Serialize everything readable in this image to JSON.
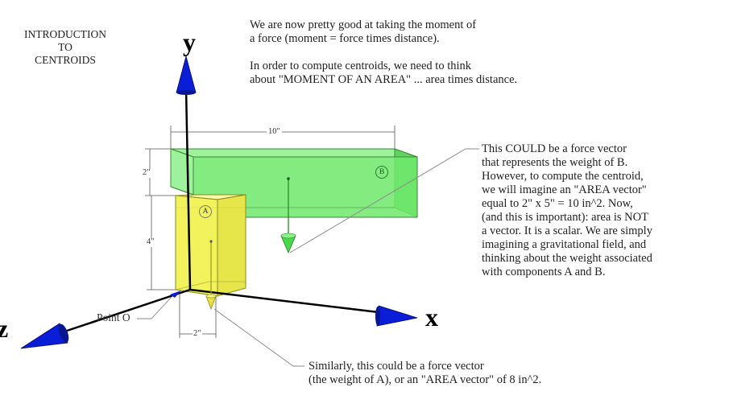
{
  "intro": [
    "INTRODUCTION",
    "TO",
    "CENTROIDS"
  ],
  "top_note": {
    "para1": [
      "We are now pretty good at taking the moment of",
      "a force (moment = force times distance)."
    ],
    "para2": [
      "In order to compute centroids, we need to think",
      "about \"MOMENT OF AN AREA\" ... area times distance."
    ]
  },
  "b_note": [
    "This COULD be a force vector",
    "that represents the weight of B.",
    "However, to compute the centroid,",
    "we will imagine an \"AREA vector\"",
    "equal to 2\" x 5\" = 10 in^2. Now,",
    "(and this is important): area is NOT",
    "a vector. It is a scalar. We are simply",
    "imagining a gravitational field, and",
    "thinking about the weight associated",
    "with components A and B."
  ],
  "a_note": [
    "Similarly, this could be a force vector",
    "(the weight of A), or an \"AREA vector\" of 8 in^2."
  ],
  "axes": {
    "x": "x",
    "y": "y",
    "z": "z"
  },
  "dims": {
    "top_width": "10\"",
    "b_height": "2\"",
    "a_height": "4\"",
    "a_width": "2\""
  },
  "point_label": "Point O",
  "components": {
    "a": "A",
    "b": "B"
  },
  "colors": {
    "axis_arrow": "#0a1ed8",
    "b_fill": "#6fe86b",
    "b_edge": "#3a8a36",
    "a_fill": "#f0f040",
    "a_edge": "#8a8a20",
    "leader": "#888888"
  }
}
